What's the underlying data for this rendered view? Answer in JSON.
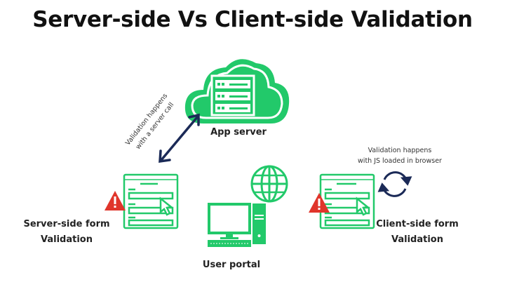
{
  "title": "Server-side Vs Client-side Validation",
  "nodes": {
    "app_server": "App server",
    "server_form": [
      "Server-side form",
      "Validation"
    ],
    "user_portal": "User portal",
    "client_form": [
      "Client-side form",
      "Validation"
    ]
  },
  "annotations": {
    "server_call": [
      "Validation happens",
      "with a server call"
    ],
    "client_js": [
      "Validation happens",
      "with JS loaded in browser"
    ]
  },
  "colors": {
    "green": "#22c96a",
    "navy": "#1b2a57",
    "red": "#e0352b"
  }
}
